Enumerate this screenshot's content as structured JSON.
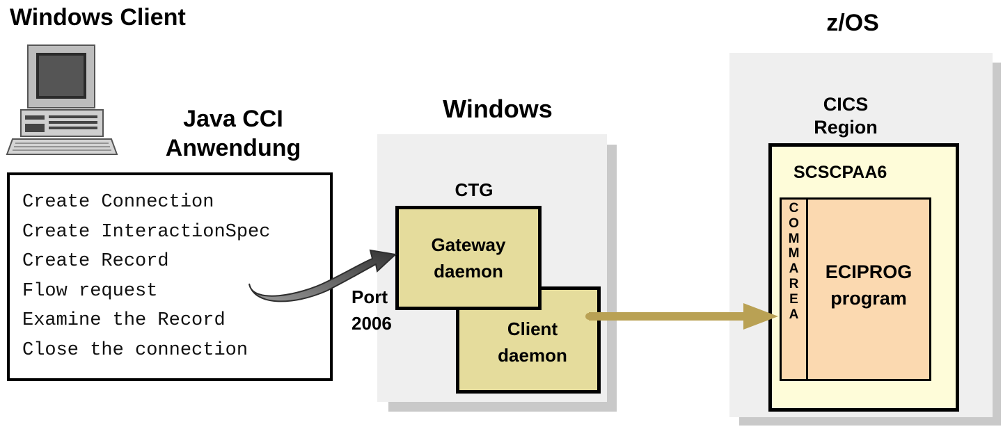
{
  "client": {
    "heading": "Windows Client",
    "app_title_line1": "Java CCI",
    "app_title_line2": "Anwendung",
    "icon": "desktop-computer-icon",
    "code_lines": [
      "Create Connection",
      "Create InteractionSpec",
      "Create Record",
      "Flow request",
      "Examine the Record",
      "Close the connection"
    ]
  },
  "windows_server": {
    "heading": "Windows",
    "ctg_label": "CTG",
    "gateway_line1": "Gateway",
    "gateway_line2": "daemon",
    "client_line1": "Client",
    "client_line2": "daemon",
    "port_line1": "Port",
    "port_line2": "2006"
  },
  "zos": {
    "heading": "z/OS",
    "cics_line1": "CICS",
    "cics_line2": "Region",
    "transaction": "SCSCPAA6",
    "commarea": "COMMAREA",
    "program_line1": "ECIPROG",
    "program_line2": "program"
  },
  "colors": {
    "daemon_fill": "#e5dc9c",
    "region_fill": "#fefcd9",
    "program_fill": "#fbd9b0",
    "flow_arrow": "#b9a154",
    "request_arrow": "#555555"
  }
}
